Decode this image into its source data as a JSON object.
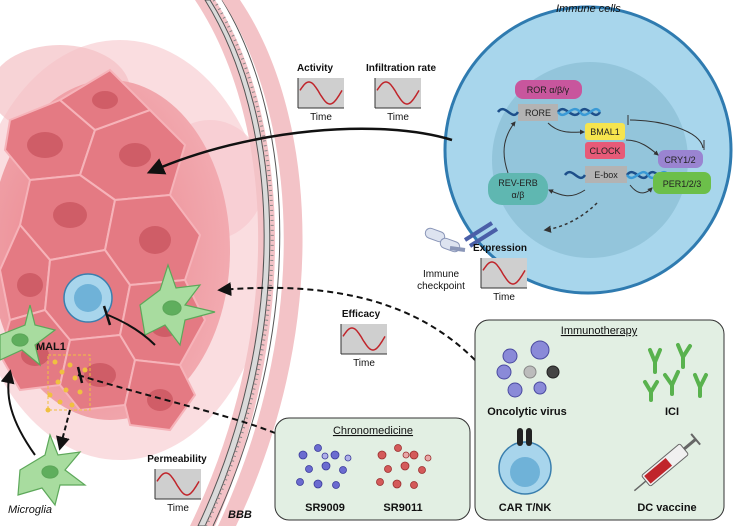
{
  "labels": {
    "immune_cells": "Immune cells",
    "activity": "Activity",
    "infiltration_rate": "Infiltration rate",
    "expression": "Expression",
    "efficacy": "Efficacy",
    "permeability": "Permeability",
    "time": "Time",
    "immune_checkpoint_line1": "Immune",
    "immune_checkpoint_line2": "checkpoint",
    "bmal1_tumor": "BMAL1",
    "microglia": "Microglia",
    "bbb": "BBB"
  },
  "clock": {
    "ror": "ROR α/β/γ",
    "rore": "RORE",
    "bmal1": "BMAL1",
    "clock": "CLOCK",
    "ebox": "E-box",
    "cry": "CRY1/2",
    "per": "PER1/2/3",
    "reverb_line1": "REV-ERB",
    "reverb_line2": "α/β"
  },
  "immunotherapy": {
    "title": "Immunotherapy",
    "oncolytic_virus": "Oncolytic virus",
    "ici": "ICI",
    "car": "CAR T/NK",
    "dc_vaccine": "DC vaccine"
  },
  "chronomedicine": {
    "title": "Chronomedicine",
    "drug1": "SR9009",
    "drug2": "SR9011"
  },
  "colors": {
    "tumor": "#e8848c",
    "immune_cell": "#a9d6ea",
    "nucleus": "#8fc3d8",
    "panel": "#e2efe3",
    "microglia": "#8fd08a",
    "sine": "#c0252b",
    "graph_bg": "#cfcfcf"
  }
}
